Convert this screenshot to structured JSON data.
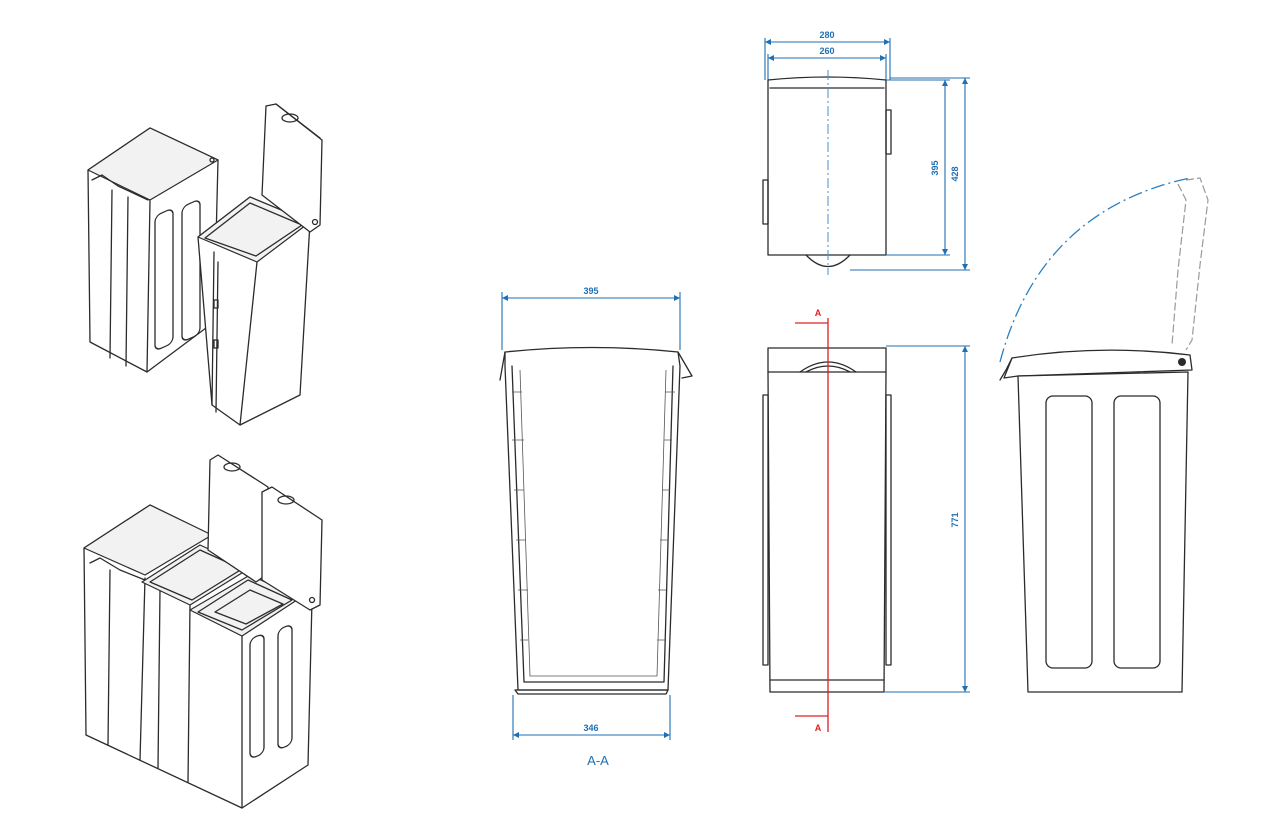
{
  "dimensions": {
    "top_outer_width": "280",
    "top_inner_width": "260",
    "top_depth_inner": "395",
    "top_depth_outer": "428",
    "section_top_width": "395",
    "section_bottom_width": "346",
    "front_height": "771"
  },
  "section": {
    "marker_top": "A",
    "marker_bottom": "A",
    "label": "A-A"
  }
}
